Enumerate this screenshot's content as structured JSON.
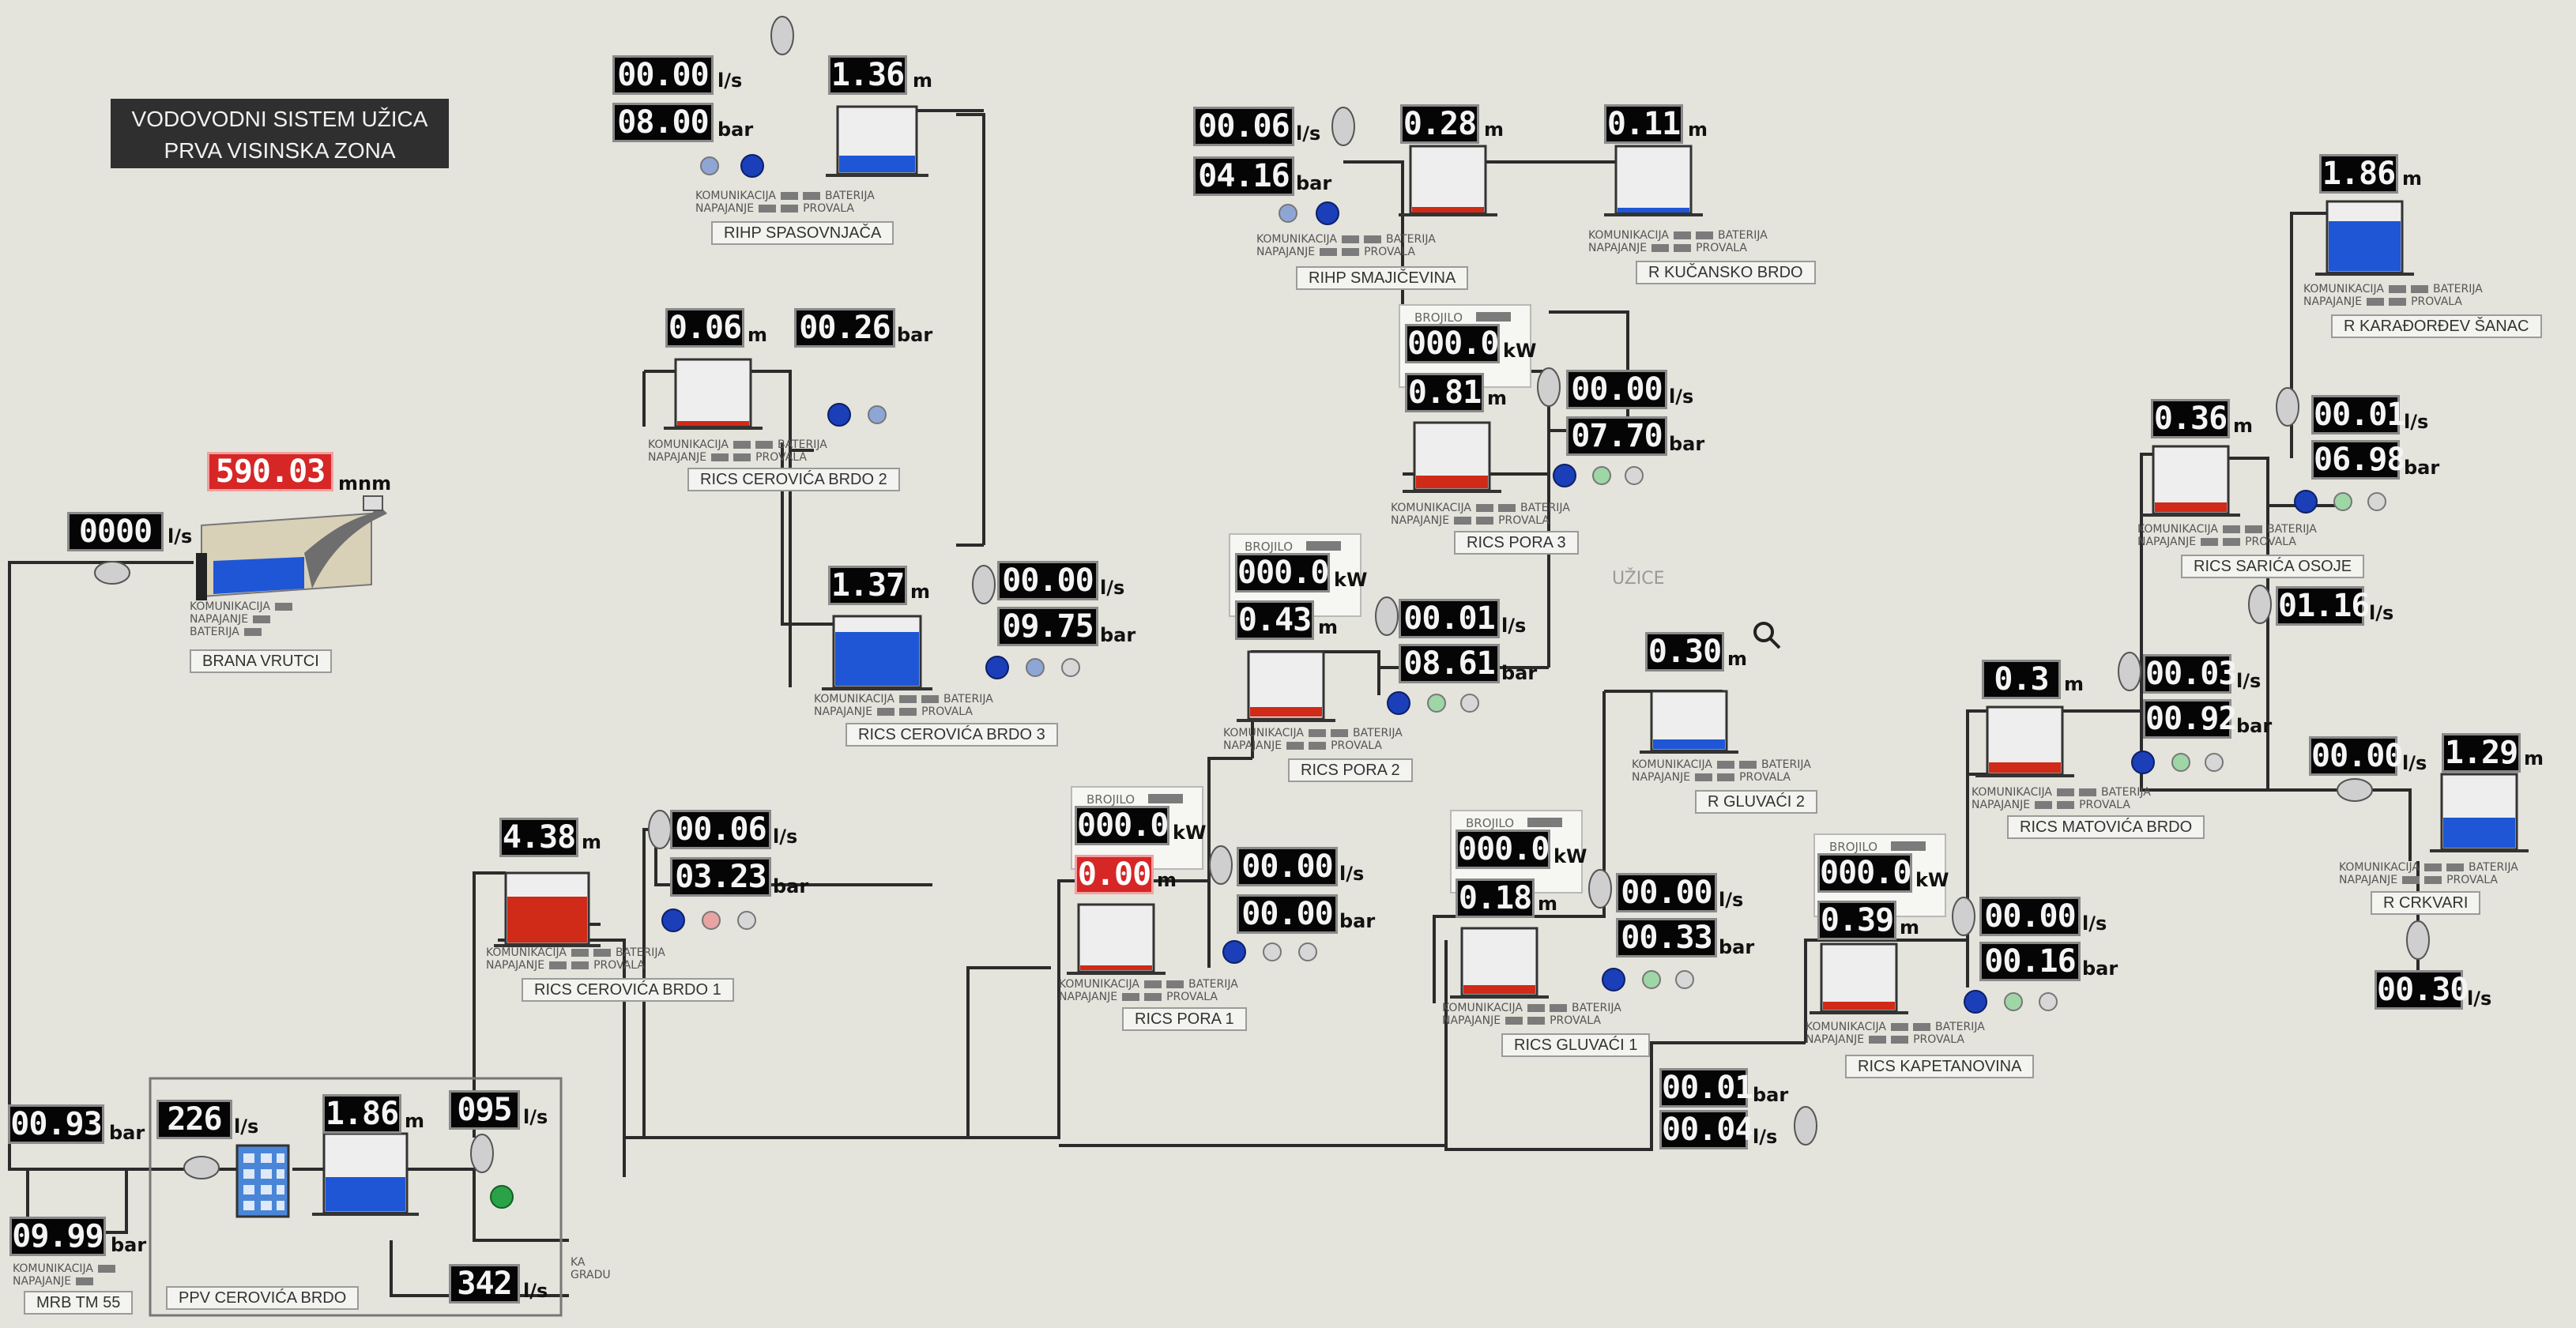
{
  "title": {
    "line1": "VODOVODNI SISTEM UŽICA",
    "line2": "PRVA VISINSKA ZONA"
  },
  "units": {
    "flow": "l/s",
    "pressure": "bar",
    "level": "m",
    "elevation": "mnm",
    "power": "kW"
  },
  "status_labels": {
    "comm": "KOMUNIKACIJA",
    "power": "NAPAJANJE",
    "battery": "BATERIJA",
    "intrusion": "PROVALA"
  },
  "counter_label": "BROJILO",
  "colors": {
    "water": "#1f56d6",
    "low_level": "#d02a18",
    "display": "#050505",
    "alarm_display": "#d62626",
    "pump": "#1a3fb8",
    "valve": "#c9c9c9"
  },
  "city_label": "UŽICE",
  "to_city_label": "KA GRADU",
  "footer_station": "MRB TM 55",
  "stations": {
    "brana_vrutci": {
      "label": "BRANA VRUTCI",
      "elevation": "590.03",
      "flow": "0000"
    },
    "rihp_spasovnjaca": {
      "label": "RIHP SPASOVNJAČA",
      "flow": "00.00",
      "pressure": "08.00",
      "level": "1.36"
    },
    "rihp_smajicevina": {
      "label": "RIHP SMAJIČEVINA",
      "flow": "00.06",
      "pressure": "04.16",
      "level": "0.28"
    },
    "r_kucansko_brdo": {
      "label": "R KUČANSKO BRDO",
      "level": "0.11"
    },
    "r_karadjordjev_sanac": {
      "label": "R KARAĐORĐEV ŠANAC",
      "level": "1.86"
    },
    "rics_cerovica_brdo_2": {
      "label": "RICS CEROVIĆA BRDO 2",
      "level": "0.06",
      "pressure": "00.26"
    },
    "rics_cerovica_brdo_3": {
      "label": "RICS CEROVIĆA BRDO 3",
      "level": "1.37",
      "flow": "00.00",
      "pressure": "09.75"
    },
    "rics_cerovica_brdo_1": {
      "label": "RICS CEROVIĆA BRDO 1",
      "level": "4.38",
      "flow": "00.06",
      "pressure": "03.23"
    },
    "rics_pora_3": {
      "label": "RICS PORA 3",
      "power": "000.0",
      "level": "0.81",
      "flow": "00.00",
      "pressure": "07.70"
    },
    "rics_pora_2": {
      "label": "RICS PORA 2",
      "power": "000.0",
      "level": "0.43",
      "flow": "00.01",
      "pressure": "08.61"
    },
    "rics_pora_1": {
      "label": "RICS PORA 1",
      "power": "000.0",
      "level": "0.00",
      "flow": "00.00",
      "pressure": "00.00"
    },
    "r_gluvaci_2": {
      "label": "R GLUVAĆI 2",
      "level": "0.30"
    },
    "rics_gluvaci_1": {
      "label": "RICS GLUVAĆI 1",
      "power": "000.0",
      "level": "0.18",
      "flow": "00.00",
      "pressure": "00.33"
    },
    "rics_kapetanovina": {
      "label": "RICS KAPETANOVINA",
      "power": "000.0",
      "level": "0.39",
      "flow": "00.00",
      "pressure": "00.16",
      "in_pressure": "00.01",
      "in_flow": "00.04"
    },
    "rics_sarica_osoje": {
      "label": "RICS SARIĆA OSOJE",
      "level": "0.36",
      "flow": "00.01",
      "pressure": "06.98",
      "outflow": "01.16"
    },
    "rics_matovica_brdo": {
      "label": "RICS MATOVIĆA BRDO",
      "level": "0.3",
      "flow": "00.03",
      "pressure": "00.92"
    },
    "r_crkvari": {
      "label": "R CRKVARI",
      "inflow": "00.00",
      "level": "1.29",
      "outflow": "00.30"
    },
    "ppv_cerovica_brdo": {
      "label": "PPV CEROVIĆA BRDO",
      "in_pressure": "00.93",
      "flow": "226",
      "level": "1.86",
      "pump_flow": "095",
      "to_city_flow": "342",
      "footer_pressure": "09.99"
    }
  }
}
